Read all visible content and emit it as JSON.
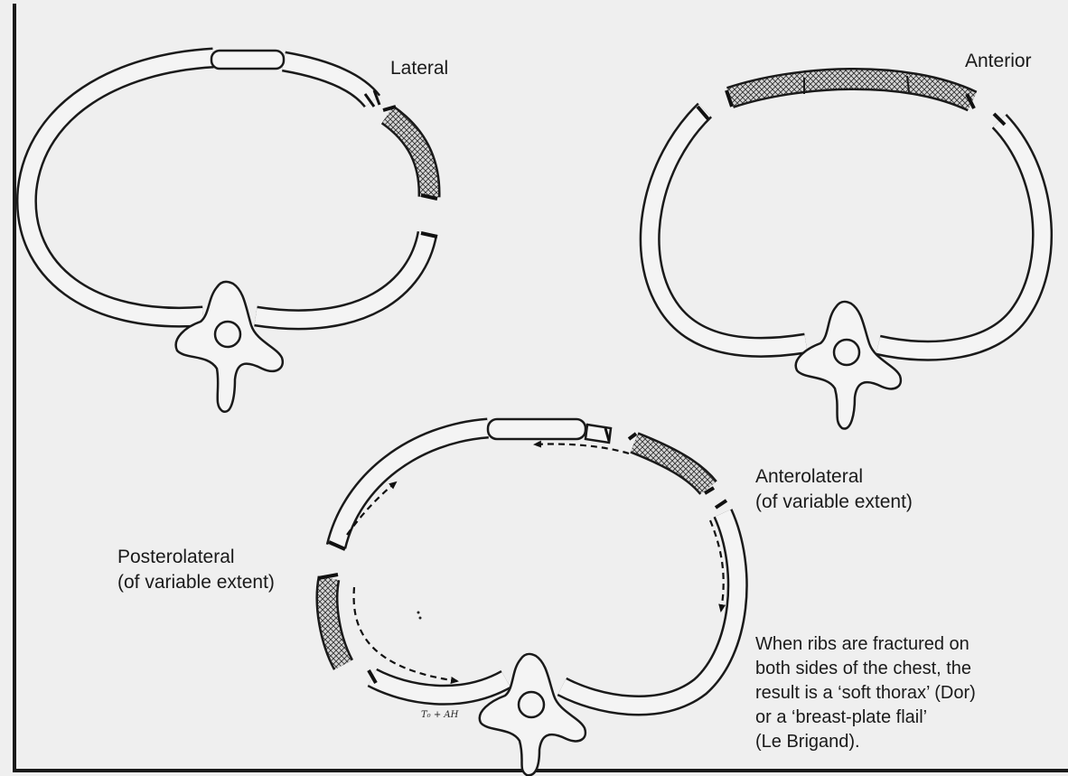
{
  "labels": {
    "lateral": "Lateral",
    "anterior": "Anterior",
    "anterolateral": [
      "Anterolateral",
      "(of variable extent)"
    ],
    "posterolateral": [
      "Posterolateral",
      "(of variable extent)"
    ]
  },
  "note": [
    "When ribs are fractured on",
    "both sides of the chest, the",
    "result is a ‘soft thorax’ (Dor)",
    "or a ‘breast-plate flail’",
    "(Le Brigand)."
  ],
  "signature": "T₀ + AH",
  "colors": {
    "paper": "#efefef",
    "ink": "#1a1a1a",
    "hatch": "#9a9a9a",
    "frame": "#1a1a1a"
  },
  "icons": [
    "rib-ring",
    "vertebra",
    "cartilage",
    "hatched-flail-segment",
    "dashed-arrow"
  ]
}
